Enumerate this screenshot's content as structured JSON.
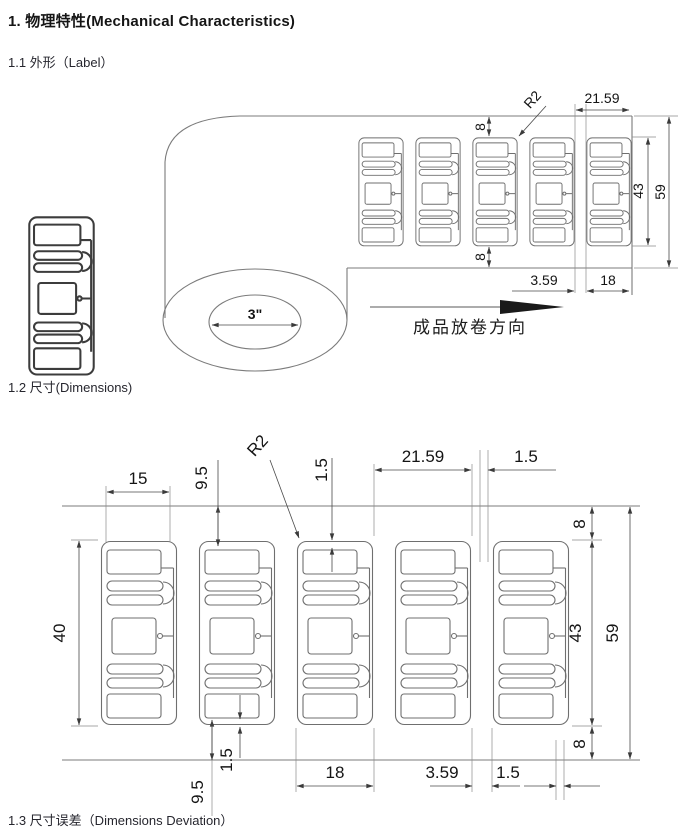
{
  "document": {
    "heading": "1. 物理特性(Mechanical Characteristics)",
    "section_label": "1.1  外形（Label）",
    "section_dimensions": "1.2 尺寸(Dimensions)",
    "section_deviation": "1.3 尺寸误差（Dimensions Deviation）"
  },
  "roll_figure": {
    "core_diameter": "3\"",
    "unwind_direction": "成品放卷方向",
    "dims": {
      "pitch": "21.59",
      "corner_radius": "R2",
      "top_margin": "8",
      "bottom_margin": "8",
      "label_height": "43",
      "web_width": "59",
      "gap": "3.59",
      "label_width": "18"
    }
  },
  "dimension_figure": {
    "dims": {
      "antenna_width": "15",
      "edge_to_antenna_top": "9.5",
      "corner_radius": "R2",
      "antenna_margin_top": "1.5",
      "pitch": "21.59",
      "side_margin_right_top": "1.5",
      "top_margin": "8",
      "antenna_height": "40",
      "label_height": "43",
      "web_width": "59",
      "bottom_margin": "8",
      "label_width": "18",
      "gap": "3.59",
      "side_margin_right_bottom": "1.5",
      "edge_to_antenna_bottom": "9.5",
      "antenna_margin_bottom": "1.5"
    }
  },
  "colors": {
    "drawing_line": "#7b7b7b",
    "dimension_text": "#141414",
    "heading_text": "#151515"
  }
}
